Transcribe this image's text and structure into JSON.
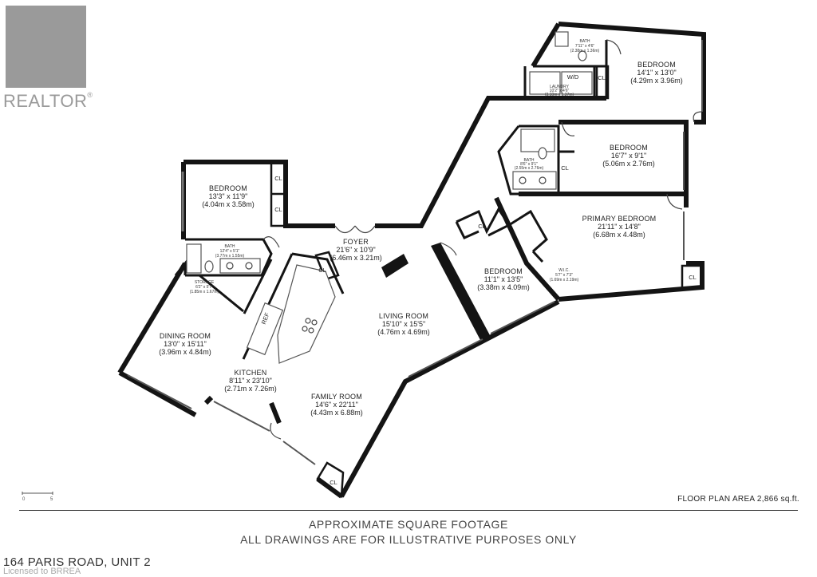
{
  "branding": {
    "logo_text": "REALTOR",
    "registered_mark": "®",
    "licensed": "Licensed to BRREA"
  },
  "plan": {
    "bedroom_ne": {
      "name": "BEDROOM",
      "dim1": "14'1\" x 13'0\"",
      "dim2": "(4.29m x 3.96m)"
    },
    "bath_ne": {
      "name": "BATH",
      "dim1": "7'11\" x 4'6\"",
      "dim2": "(2.38m x 1.36m)"
    },
    "laundry": {
      "name": "LAUNDRY",
      "dim1": "10'2\" x 4'6\"",
      "dim2": "(3.10m x 1.37m)"
    },
    "wd": "W/D",
    "bedroom_e": {
      "name": "BEDROOM",
      "dim1": "16'7\" x 9'1\"",
      "dim2": "(5.06m x 2.76m)"
    },
    "bath_e": {
      "name": "BATH",
      "dim1": "8'6\" x 9'1\"",
      "dim2": "(2.55m x 2.76m)"
    },
    "primary_bedroom": {
      "name": "PRIMARY BEDROOM",
      "dim1": "21'11\" x 14'8\"",
      "dim2": "(6.68m x 4.48m)"
    },
    "wic": {
      "name": "W.I.C.",
      "dim1": "5'7\" x 7'3\"",
      "dim2": "(1.69m x 2.19m)"
    },
    "bedroom_c": {
      "name": "BEDROOM",
      "dim1": "11'1\" x 13'5\"",
      "dim2": "(3.38m x 4.09m)"
    },
    "bedroom_w": {
      "name": "BEDROOM",
      "dim1": "13'3\" x 11'9\"",
      "dim2": "(4.04m x 3.58m)"
    },
    "bath_w": {
      "name": "BATH",
      "dim1": "12'4\" x 5'1\"",
      "dim2": "(3.77m x 1.55m)"
    },
    "storage": {
      "name": "STORAGE",
      "dim1": "6'2\" x 5'7\"",
      "dim2": "(1.85m x 1.67m)"
    },
    "foyer": {
      "name": "FOYER",
      "dim1": "21'6\" x 10'9\"",
      "dim2": "(6.46m x 3.21m)"
    },
    "living_room": {
      "name": "LIVING ROOM",
      "dim1": "15'10\" x 15'5\"",
      "dim2": "(4.76m x 4.69m)"
    },
    "dining_room": {
      "name": "DINING ROOM",
      "dim1": "13'0\" x 15'11\"",
      "dim2": "(3.96m x 4.84m)"
    },
    "kitchen": {
      "name": "KITCHEN",
      "dim1": "8'11\" x 23'10\"",
      "dim2": "(2.71m x 7.26m)"
    },
    "family_room": {
      "name": "FAMILY ROOM",
      "dim1": "14'6\" x 22'11\"",
      "dim2": "(4.43m x 6.88m)"
    },
    "ref": "REF",
    "closet": "CL",
    "scale_zero": "0",
    "scale_five": "5"
  },
  "footer": {
    "floor_area": "FLOOR PLAN AREA 2,866 sq.ft.",
    "approx": "APPROXIMATE SQUARE FOOTAGE",
    "illustrative": "ALL DRAWINGS ARE FOR ILLUSTRATIVE PURPOSES ONLY",
    "address": "164 PARIS ROAD, UNIT 2"
  }
}
